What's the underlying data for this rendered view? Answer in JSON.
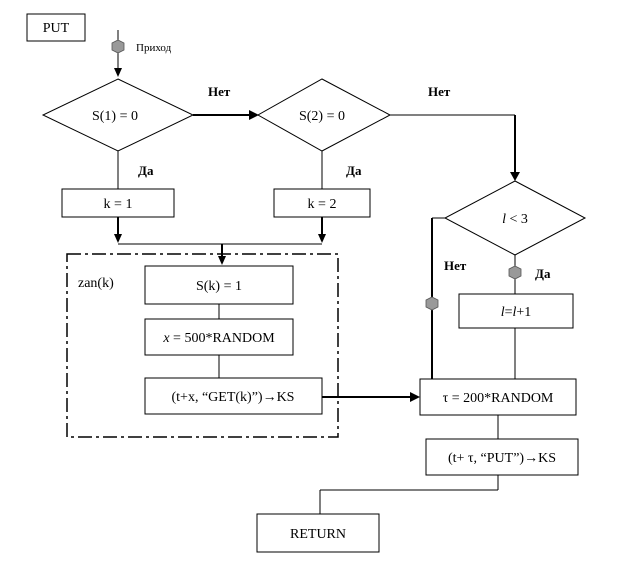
{
  "diagram": {
    "title_box": "PUT",
    "entry_label": "Приход",
    "decision1": "S(1) = 0",
    "decision2": "S(2) = 0",
    "decision3_var": "l",
    "decision3_rest": " < 3",
    "no_label": "Нет",
    "yes_label": "Да",
    "box_k1": "k = 1",
    "box_k2": "k = 2",
    "block_label": "zan(k)",
    "box_sk": "S(k) = 1",
    "box_x_var": "x",
    "box_x_rest": " = 500*RANDOM",
    "box_get": "(t+x, “GET(k)”)→KS",
    "box_l_a": "l",
    "box_l_b": "=",
    "box_l_c": "l",
    "box_l_d": "+1",
    "box_tau": "τ = 200*RANDOM",
    "box_put": "(t+ τ, “PUT”)→KS",
    "return_box": "RETURN"
  }
}
